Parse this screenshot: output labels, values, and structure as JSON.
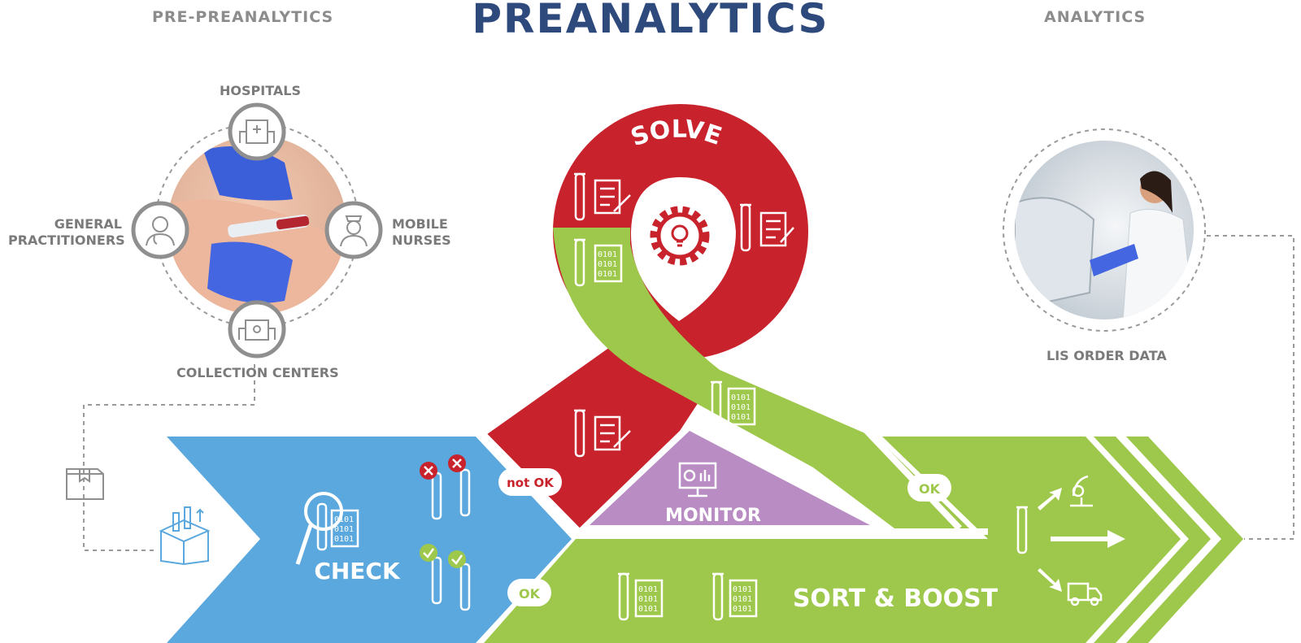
{
  "header": {
    "left": "PRE-PREANALYTICS",
    "center": "PREANALYTICS",
    "right": "ANALYTICS"
  },
  "pre_preanalytics": {
    "sources": {
      "top": "HOSPITALS",
      "left_line1": "GENERAL",
      "left_line2": "PRACTITIONERS",
      "right_line1": "MOBILE",
      "right_line2": "NURSES",
      "bottom": "COLLECTION CENTERS"
    }
  },
  "analytics": {
    "caption": "LIS ORDER DATA"
  },
  "steps": {
    "solve": "SOLVE",
    "check": "CHECK",
    "monitor": "MONITOR",
    "sort_boost": "SORT & BOOST"
  },
  "badges": {
    "not_ok": "not OK",
    "ok_check": "OK",
    "ok_loop": "OK"
  },
  "code_text": "0101",
  "colors": {
    "red": "#c8232c",
    "green": "#9ec84b",
    "blue": "#5aa8dd",
    "purple": "#b98cc3",
    "navy": "#2e4a7d",
    "grey": "#8c8c8c"
  },
  "icons": {
    "hospital": "hospital-icon",
    "doctor": "doctor-icon",
    "nurse": "nurse-icon",
    "collection_center": "collection-center-icon",
    "package": "package-icon",
    "open_box": "open-box-icon",
    "magnifier": "magnifier-icon",
    "sample_tube": "sample-tube-icon",
    "checklist": "checklist-icon",
    "gear_bulb": "gear-lightbulb-icon",
    "monitor_chart": "monitor-chart-icon",
    "microscope": "microscope-icon",
    "truck": "delivery-truck-icon"
  }
}
